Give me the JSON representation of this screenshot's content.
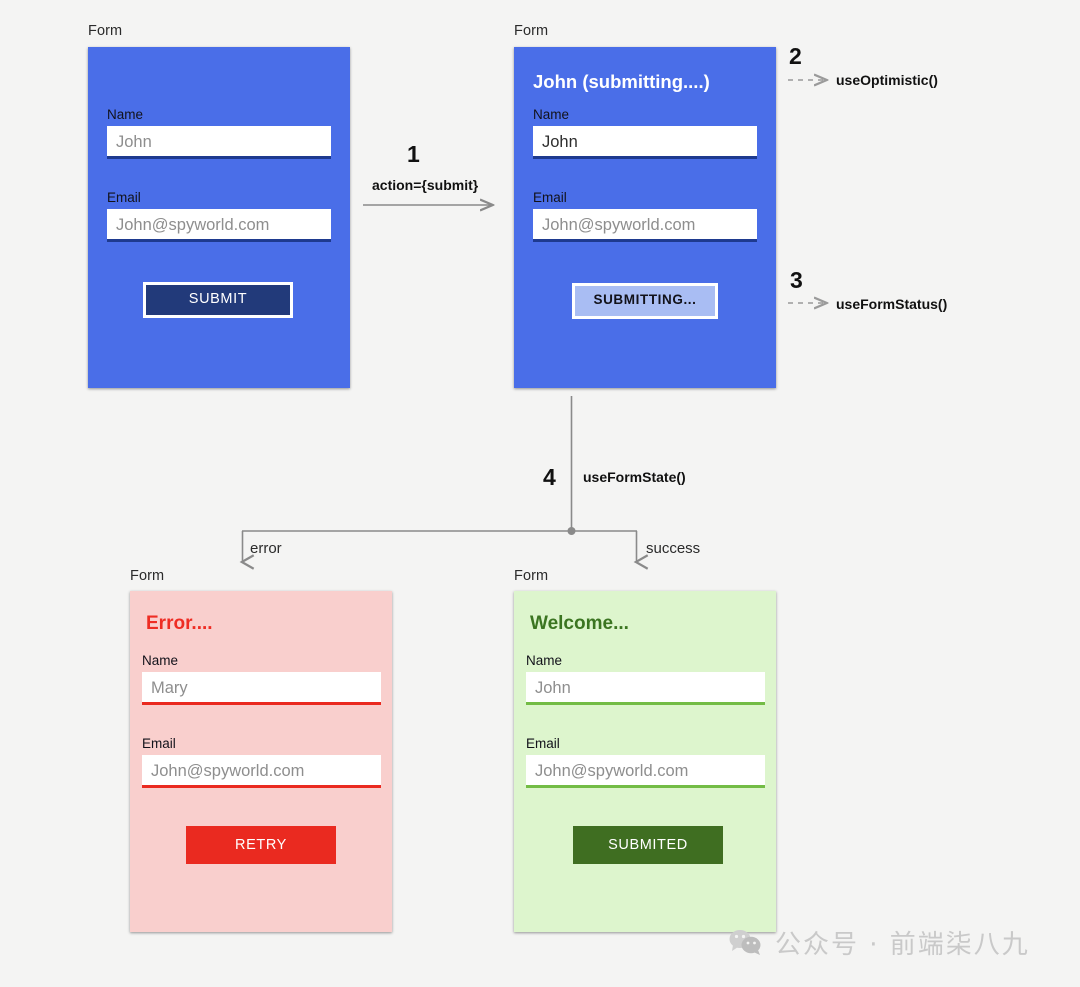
{
  "diagram": {
    "title": "React 19 form hooks flow",
    "colors": {
      "page_bg": "#f4f4f3",
      "blue_form": "#4a6ee8",
      "blue_underline": "#1e3a8f",
      "submit_button": "#223a7a",
      "submitting_button": "#a9bdf3",
      "error_form": "#f9cfcd",
      "error_accent": "#ea2a20",
      "success_form": "#ddf5cd",
      "success_accent": "#73bc45",
      "success_button": "#3f6e21",
      "connector": "#8a8a8a"
    }
  },
  "forms": {
    "initial": {
      "caption": "Form",
      "fields": [
        {
          "label": "Name",
          "value": "John",
          "filled": false
        },
        {
          "label": "Email",
          "value": "John@spyworld.com",
          "filled": false
        }
      ],
      "button": "SUBMIT"
    },
    "submitting": {
      "caption": "Form",
      "title": "John (submitting....)",
      "fields": [
        {
          "label": "Name",
          "value": "John",
          "filled": true
        },
        {
          "label": "Email",
          "value": "John@spyworld.com",
          "filled": false
        }
      ],
      "button": "SUBMITTING..."
    },
    "error": {
      "caption": "Form",
      "title": "Error....",
      "fields": [
        {
          "label": "Name",
          "value": "Mary",
          "filled": false
        },
        {
          "label": "Email",
          "value": "John@spyworld.com",
          "filled": false
        }
      ],
      "button": "RETRY"
    },
    "success": {
      "caption": "Form",
      "title": "Welcome...",
      "fields": [
        {
          "label": "Name",
          "value": "John",
          "filled": false
        },
        {
          "label": "Email",
          "value": "John@spyworld.com",
          "filled": false
        }
      ],
      "button": "SUBMITED"
    }
  },
  "steps": [
    {
      "number": "1",
      "label": "action={submit}"
    },
    {
      "number": "2",
      "label": "useOptimistic()"
    },
    {
      "number": "3",
      "label": "useFormStatus()"
    },
    {
      "number": "4",
      "label": "useFormState()"
    }
  ],
  "branches": {
    "error_label": "error",
    "success_label": "success"
  },
  "watermark": {
    "icon": "wechat-icon",
    "text": "公众号 · 前端柒八九"
  }
}
